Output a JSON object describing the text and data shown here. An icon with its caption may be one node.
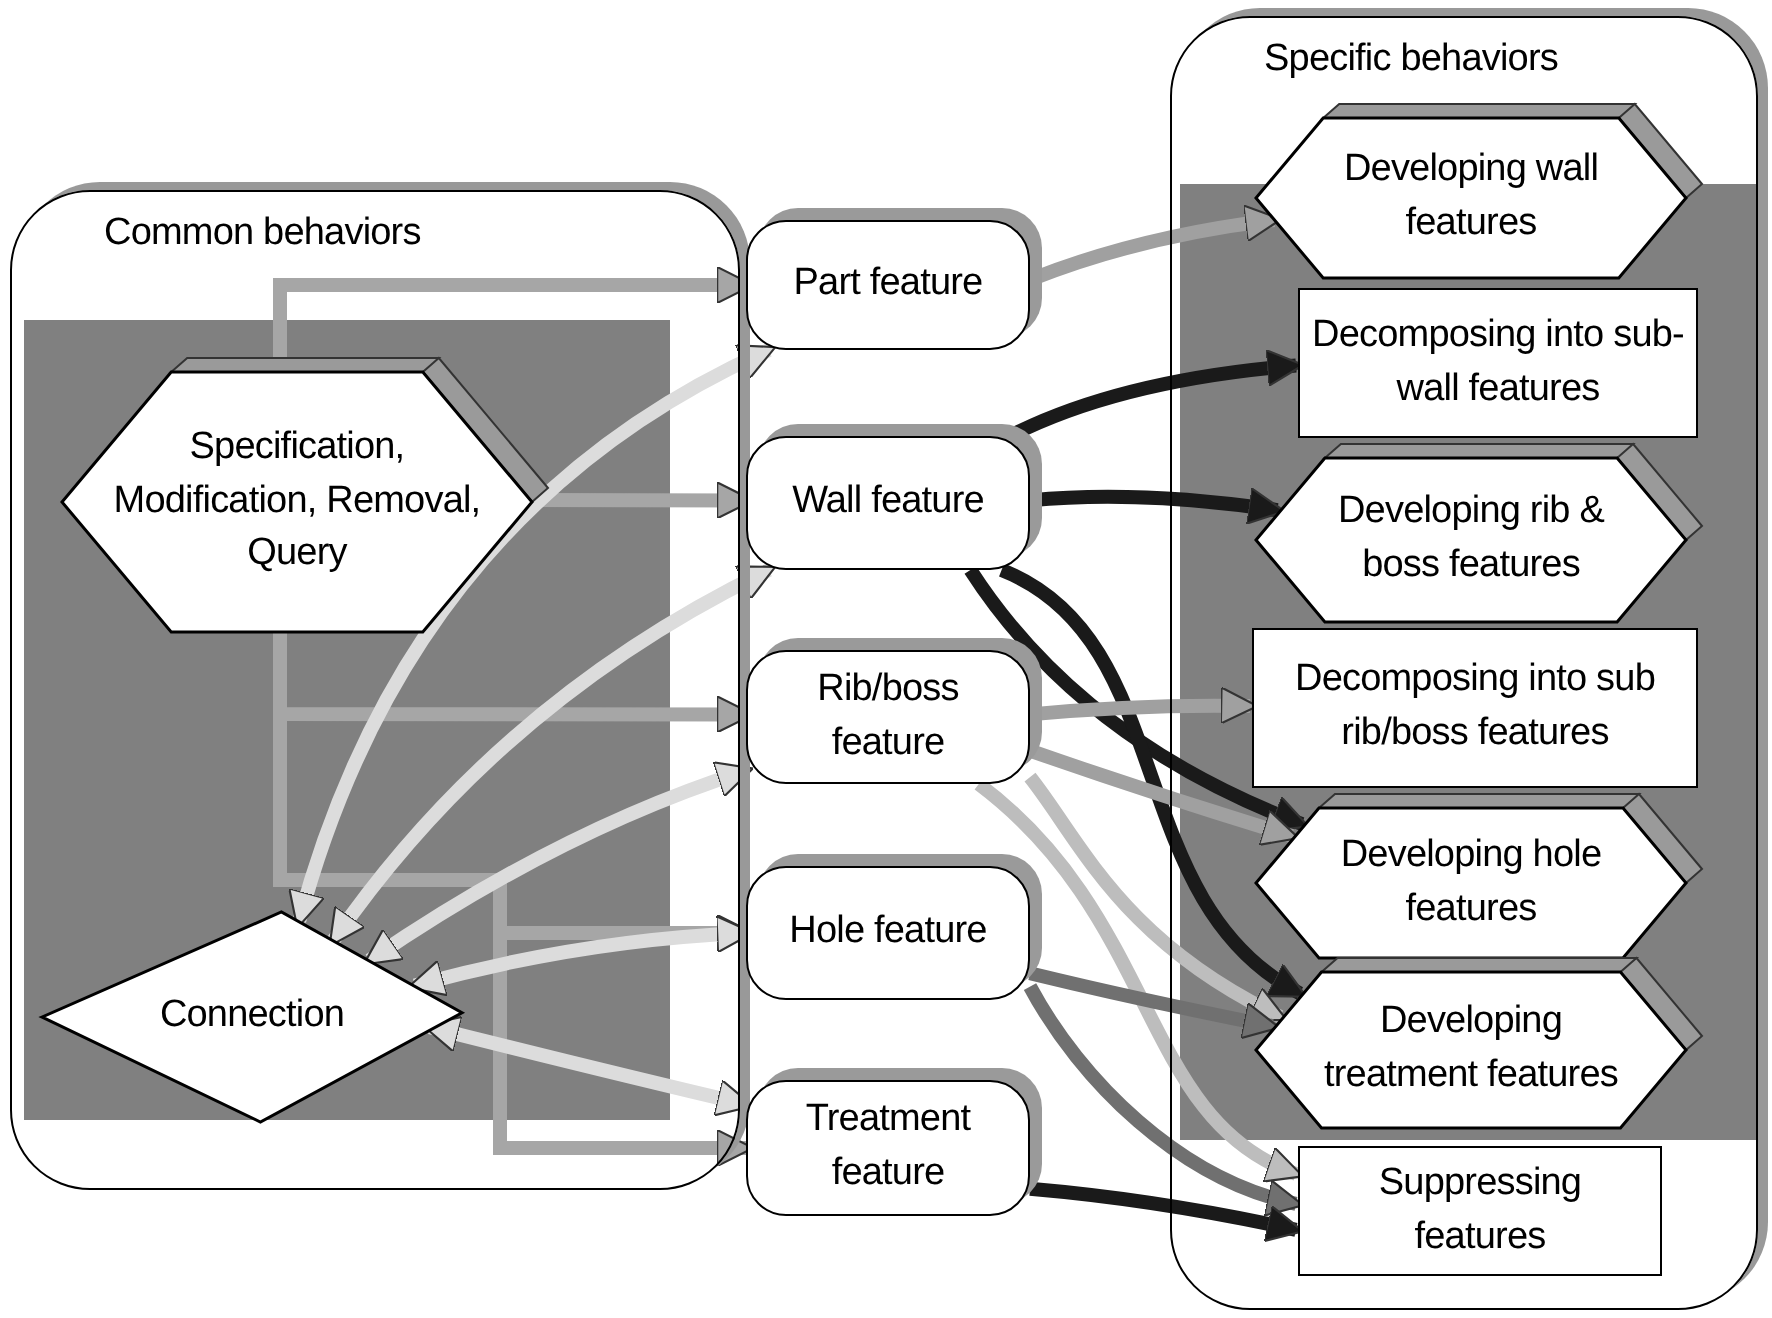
{
  "diagram": {
    "nodes": [
      {
        "text": [
          "Common behaviors"
        ]
      },
      {
        "text": [
          "Specification, Modification, Removal, Query"
        ],
        "in": 0
      },
      {
        "text": [
          "Connection"
        ],
        "in": 0
      },
      {
        "text": [
          "Part feature"
        ]
      },
      {
        "text": [
          "Wall feature"
        ]
      },
      {
        "text": [
          "Rib/boss feature"
        ]
      },
      {
        "text": [
          "Hole feature"
        ]
      },
      {
        "text": [
          "Treatment feature"
        ]
      },
      {
        "text": [
          "Specific behaviors"
        ]
      },
      {
        "text": [
          "Developing wall features"
        ],
        "in": 8
      },
      {
        "text": [
          "Decomposing into sub-wall features"
        ],
        "in": 8
      },
      {
        "text": [
          "Developing rib & boss features"
        ],
        "in": 8
      },
      {
        "text": [
          "Decomposing into sub rib/boss features"
        ],
        "in": 8
      },
      {
        "text": [
          "Developing hole features"
        ],
        "in": 8
      },
      {
        "text": [
          "Developing treatment features"
        ],
        "in": 8
      },
      {
        "text": [
          "Suppressing features"
        ],
        "in": 8
      }
    ],
    "edges": [
      {
        "from": 1,
        "to": 3,
        "arrow": "to",
        "color": "#a6a6a6"
      },
      {
        "from": 1,
        "to": 4,
        "arrow": "to",
        "color": "#a6a6a6"
      },
      {
        "from": 1,
        "to": 5,
        "arrow": "to",
        "color": "#a6a6a6"
      },
      {
        "from": 1,
        "to": 6,
        "arrow": "to",
        "color": "#a6a6a6"
      },
      {
        "from": 1,
        "to": 7,
        "arrow": "to",
        "color": "#a6a6a6"
      },
      {
        "from": 2,
        "to": 3,
        "arrow": "both",
        "color": "#dcdcdc"
      },
      {
        "from": 2,
        "to": 4,
        "arrow": "both",
        "color": "#dcdcdc"
      },
      {
        "from": 2,
        "to": 5,
        "arrow": "both",
        "color": "#dcdcdc"
      },
      {
        "from": 2,
        "to": 6,
        "arrow": "both",
        "color": "#dcdcdc"
      },
      {
        "from": 2,
        "to": 7,
        "arrow": "both",
        "color": "#dcdcdc"
      },
      {
        "from": 3,
        "to": 9,
        "arrow": "to",
        "color": "#a0a0a0"
      },
      {
        "from": 4,
        "to": 10,
        "arrow": "to",
        "color": "#1a1a1a"
      },
      {
        "from": 4,
        "to": 11,
        "arrow": "to",
        "color": "#1a1a1a"
      },
      {
        "from": 4,
        "to": 13,
        "arrow": "to",
        "color": "#1a1a1a"
      },
      {
        "from": 4,
        "to": 14,
        "arrow": "to",
        "color": "#1a1a1a"
      },
      {
        "from": 5,
        "to": 12,
        "arrow": "to",
        "color": "#a0a0a0"
      },
      {
        "from": 5,
        "to": 13,
        "arrow": "to",
        "color": "#a0a0a0"
      },
      {
        "from": 5,
        "to": 14,
        "arrow": "to",
        "color": "#bdbdbd"
      },
      {
        "from": 5,
        "to": 15,
        "arrow": "to",
        "color": "#bdbdbd"
      },
      {
        "from": 6,
        "to": 14,
        "arrow": "to",
        "color": "#707070"
      },
      {
        "from": 6,
        "to": 15,
        "arrow": "to",
        "color": "#707070"
      },
      {
        "from": 7,
        "to": 15,
        "arrow": "to",
        "color": "#1a1a1a"
      }
    ]
  }
}
